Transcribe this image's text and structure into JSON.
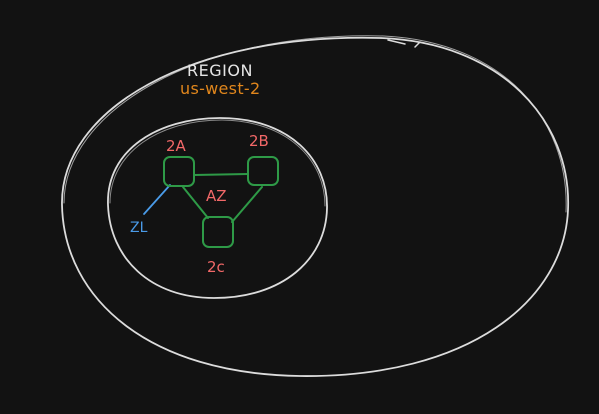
{
  "diagram": {
    "region_label": "REGION",
    "region_name": "us-west-2",
    "az_center_label": "AZ",
    "zones": [
      {
        "id": "2A",
        "label": "2A"
      },
      {
        "id": "2B",
        "label": "2B"
      },
      {
        "id": "2C",
        "label": "2c"
      }
    ],
    "local_zone_label": "ZL",
    "colors": {
      "background": "#121212",
      "outline": "#dcdcdc",
      "region_name": "#e0861c",
      "zone_box": "#2e9a47",
      "zone_text": "#f26868",
      "local_zone": "#4a9be8"
    }
  }
}
